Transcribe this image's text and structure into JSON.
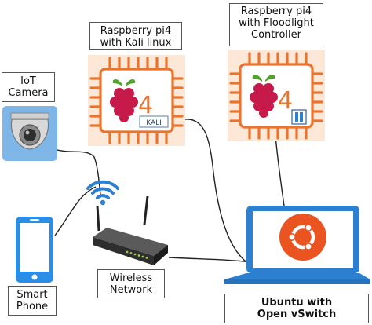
{
  "nodes": {
    "kali_pi": {
      "label": "Raspberry pi4\nwith Kali linux",
      "os_badge": "KALI",
      "model_digit": "4"
    },
    "controller_pi": {
      "label": "Raspberry pi4\nwith Floodlight\nController",
      "model_digit": "4"
    },
    "iot_camera": {
      "label": "IoT\nCamera"
    },
    "smart_phone": {
      "label": "Smart\nPhone"
    },
    "wireless_router": {
      "label": "Wireless\nNetwork"
    },
    "ubuntu_laptop": {
      "label": "Ubuntu with\nOpen vSwitch"
    }
  },
  "colors": {
    "pi_board": "#e8742e",
    "pi_board_bg": "#fde8d8",
    "raspberry_red": "#c51a4a",
    "leaf_green": "#4fa32a",
    "device_blue": "#2d7fd0",
    "phone_blue": "#2a8de6",
    "ubuntu_orange": "#e95420",
    "wire": "#222222"
  },
  "icons": [
    "raspberry-pi-chip-icon",
    "kali-logo-icon",
    "floodlight-logo-icon",
    "security-camera-icon",
    "smartphone-icon",
    "wifi-icon",
    "router-icon",
    "laptop-icon",
    "ubuntu-logo-icon"
  ]
}
